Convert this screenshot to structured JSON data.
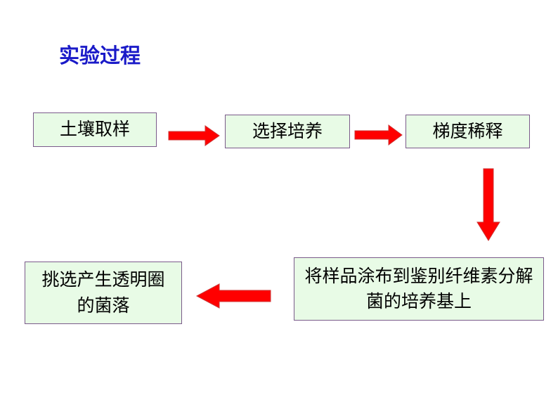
{
  "title": "实验过程",
  "steps": [
    "土壤取样",
    "选择培养",
    "梯度稀释",
    "将样品涂布到鉴别纤维素分解菌的培养基上",
    "挑选产生透明圈的菌落"
  ],
  "colors": {
    "arrow": "#ff0000",
    "box_fill": "#e8fbe6",
    "title": "#1a1ac8"
  }
}
